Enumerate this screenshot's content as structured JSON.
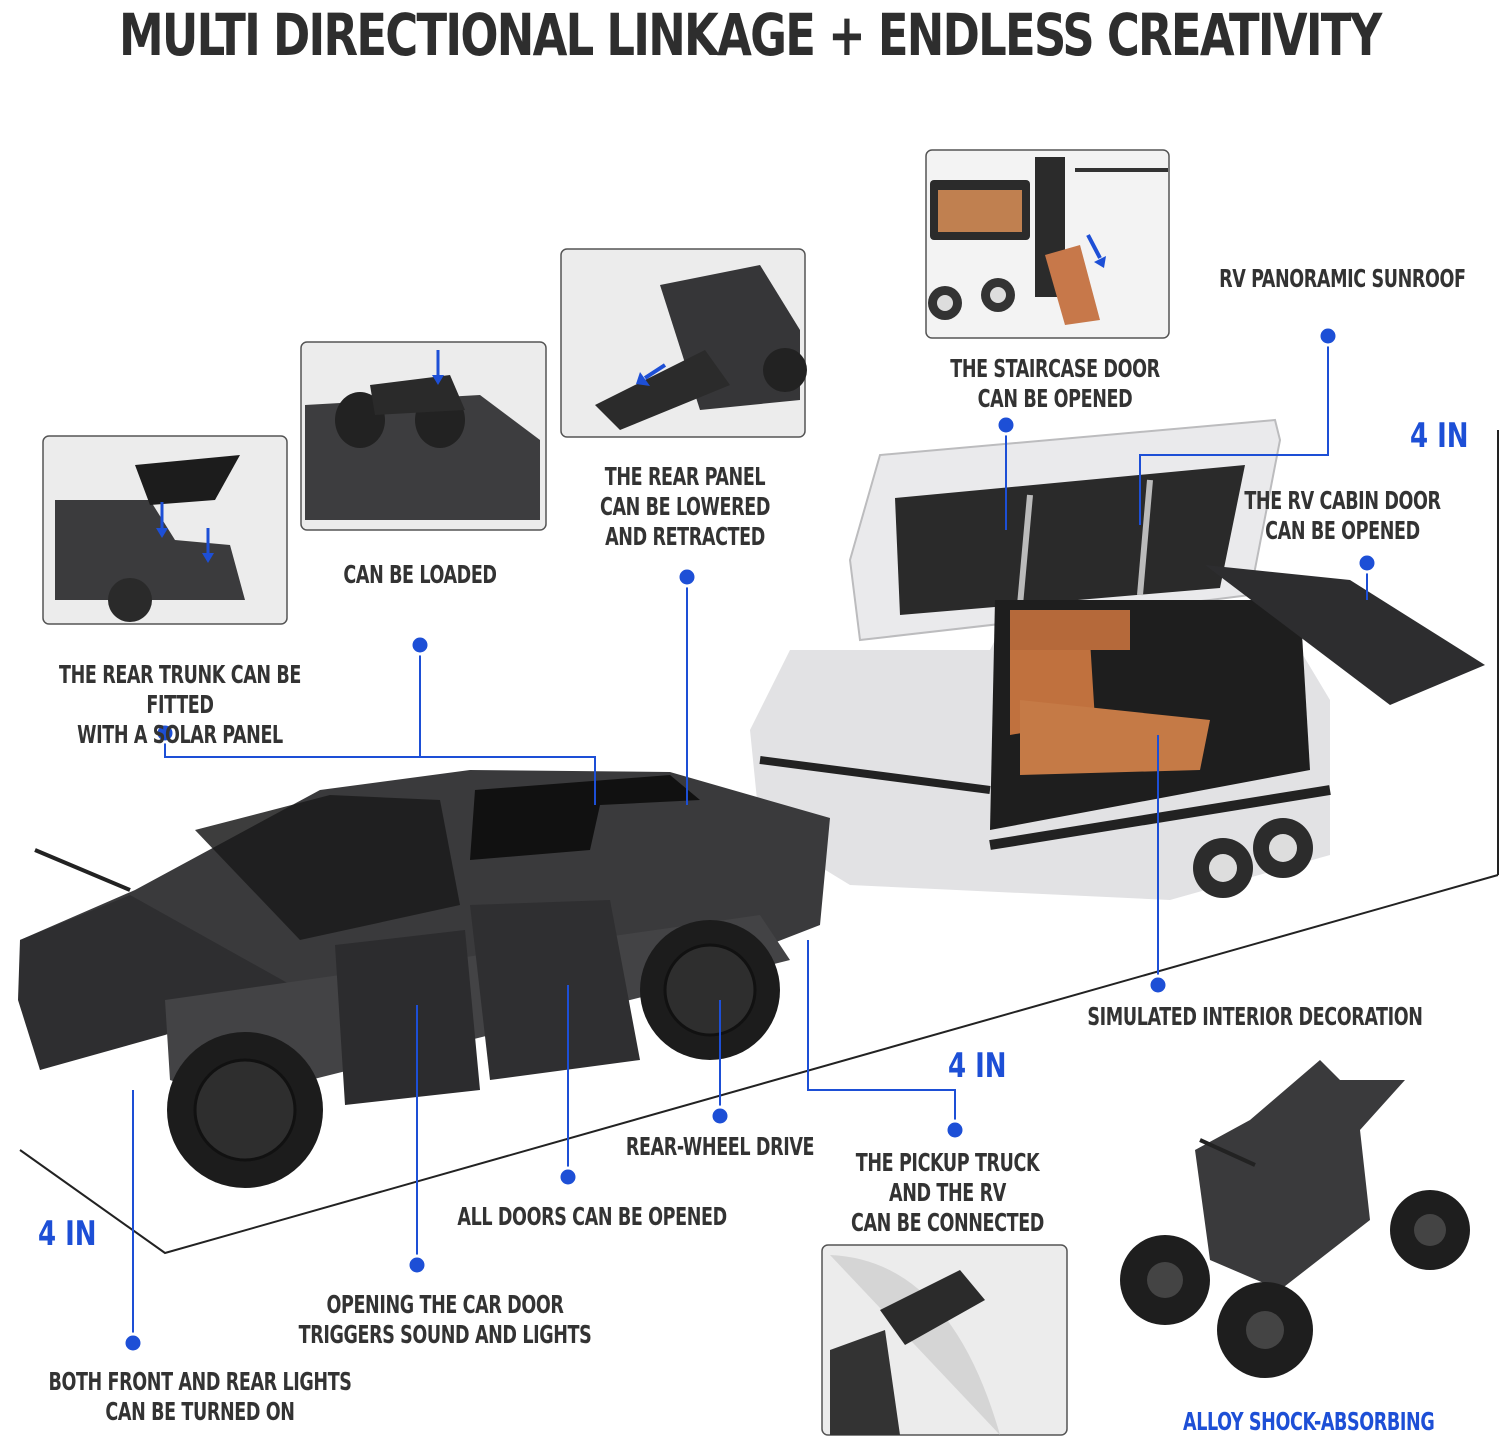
{
  "title": "MULTI DIRECTIONAL LINKAGE + ENDLESS CREATIVITY",
  "dimensions": {
    "height_rv": "4 IN",
    "length": "4 IN",
    "width": "4 IN"
  },
  "labels": {
    "solar_panel": "THE REAR TRUNK CAN BE FITTED\nWITH A SOLAR PANEL",
    "can_be_loaded": "CAN BE LOADED",
    "rear_panel": "THE REAR PANEL\nCAN BE LOWERED\nAND RETRACTED",
    "staircase_door": "THE STAIRCASE DOOR\nCAN BE OPENED",
    "sunroof": "RV PANORAMIC SUNROOF",
    "cabin_door": "THE RV CABIN DOOR\nCAN BE OPENED",
    "interior": "SIMULATED INTERIOR DECORATION",
    "rear_wheel_drive": "REAR-WHEEL DRIVE",
    "all_doors": "ALL DOORS CAN BE OPENED",
    "connected": "THE PICKUP TRUCK\nAND THE RV\nCAN BE CONNECTED",
    "door_sound": "OPENING THE CAR DOOR\nTRIGGERS SOUND AND LIGHTS",
    "lights": "BOTH FRONT AND REAR LIGHTS\nCAN BE TURNED ON",
    "shock": "ALLOY SHOCK-ABSORBING"
  },
  "colors": {
    "accent_blue": "#1d4fd6",
    "text_dark": "#333333",
    "truck_dark": "#3a3a3c",
    "rv_silver": "#d9d9db",
    "interior_brown": "#b8713f"
  }
}
